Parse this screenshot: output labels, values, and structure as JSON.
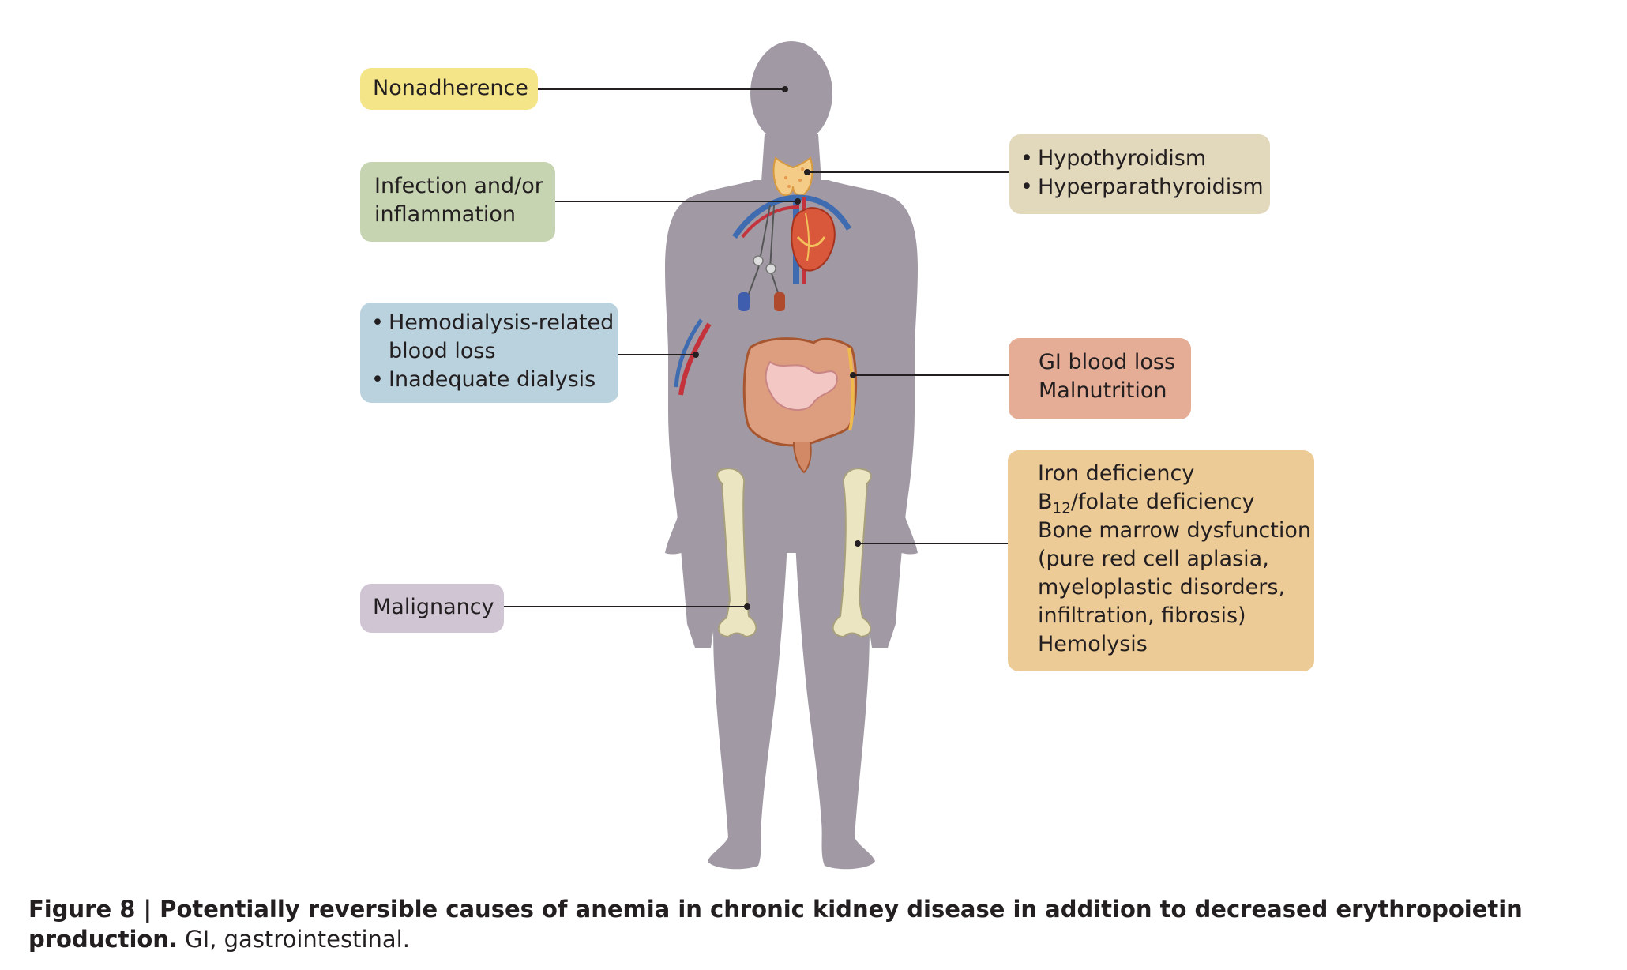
{
  "colors": {
    "silhouette": "#a19aa5",
    "nonadherence_box": "#f4e589",
    "infection_box": "#c6d4b2",
    "thyroid_box": "#e2d8bc",
    "hemodialysis_box": "#b9d2de",
    "gi_box": "#e5ad95",
    "marrow_box": "#eccb97",
    "malignancy_box": "#cfc5d3",
    "connector": "#231f20"
  },
  "labels": {
    "nonadherence": "Nonadherence",
    "infection_line1": "Infection and/or",
    "infection_line2": "inflammation",
    "hypothyroidism": "Hypothyroidism",
    "hyperparathyroidism": "Hyperparathyroidism",
    "hemodialysis_line1": "Hemodialysis-related",
    "hemodialysis_line2": "blood loss",
    "inadequate_dialysis": "Inadequate dialysis",
    "gi_blood_loss": "GI blood loss",
    "malnutrition": "Malnutrition",
    "iron_deficiency": "Iron deficiency",
    "b12_prefix": "B",
    "b12_subscript": "12",
    "b12_suffix": "/folate deficiency",
    "marrow_line1": "Bone marrow dysfunction",
    "marrow_line2": "(pure red cell aplasia,",
    "marrow_line3": "myeloplastic disorders,",
    "marrow_line4": "infiltration, fibrosis)",
    "hemolysis": "Hemolysis",
    "malignancy": "Malignancy"
  },
  "caption": {
    "bold": "Figure 8 | Potentially reversible causes of anemia in chronic kidney disease in addition to decreased erythropoietin production.",
    "normal": " GI, gastrointestinal."
  },
  "icons": [
    "human-silhouette",
    "thyroid-gland-icon",
    "heart-icon",
    "blood-vessels-icon",
    "dialysis-catheter-icon",
    "arm-vascular-access-icon",
    "intestines-icon",
    "femur-bone-icon"
  ]
}
